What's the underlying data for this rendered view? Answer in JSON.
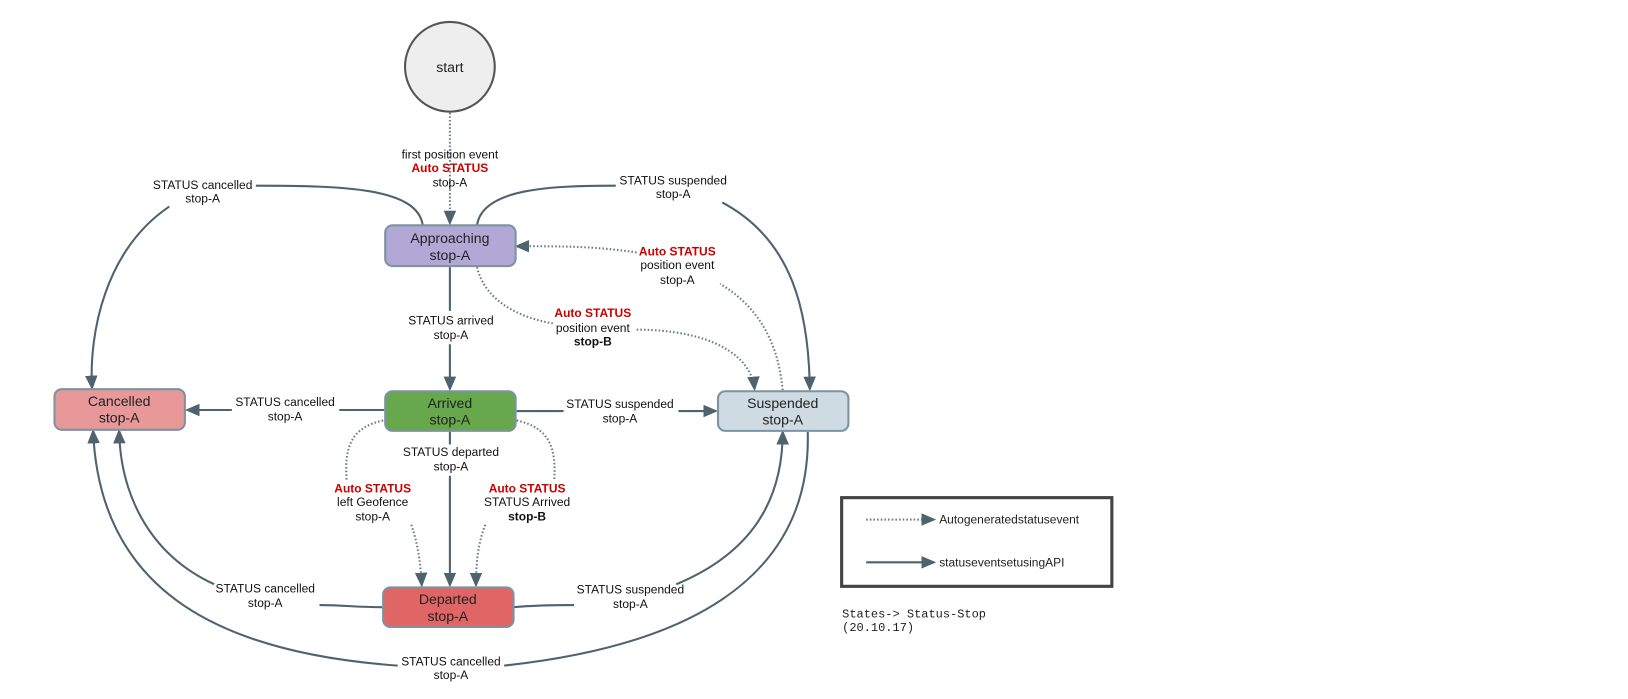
{
  "diagram": {
    "title": "States-> Status-Stop",
    "date": "(20.10.17)",
    "colors": {
      "edge": "#4f636e",
      "auto_label": "#cc0000",
      "start_fill": "#eeeeee",
      "approaching_fill": "#b3a7d6",
      "arrived_fill": "#67a84c",
      "cancelled_fill": "#e89898",
      "departed_fill": "#e06666",
      "suspended_fill": "#cfdbe2"
    },
    "nodes": {
      "start": {
        "label": "start"
      },
      "approaching": {
        "line1": "Approaching",
        "line2": "stop-A"
      },
      "arrived": {
        "line1": "Arrived",
        "line2": "stop-A"
      },
      "cancelled": {
        "line1": "Cancelled",
        "line2": "stop-A"
      },
      "departed": {
        "line1": "Departed",
        "line2": "stop-A"
      },
      "suspended": {
        "line1": "Suspended",
        "line2": "stop-A"
      }
    },
    "edges": {
      "start_to_approaching": {
        "line1": "first position event",
        "auto": "Auto STATUS",
        "line3": "stop-A"
      },
      "approaching_to_cancelled": {
        "line1": "STATUS cancelled",
        "line2": "stop-A"
      },
      "approaching_to_suspended": {
        "line1": "STATUS suspended",
        "line2": "stop-A"
      },
      "suspended_to_approaching": {
        "auto": "Auto STATUS",
        "line2": "position event",
        "line3": "stop-A"
      },
      "approaching_to_suspended_auto": {
        "auto": "Auto STATUS",
        "line2": "position event",
        "line3": "stop-B"
      },
      "approaching_to_arrived": {
        "line1": "STATUS arrived",
        "line2": "stop-A"
      },
      "arrived_to_cancelled": {
        "line1": "STATUS cancelled",
        "line2": "stop-A"
      },
      "arrived_to_suspended": {
        "line1": "STATUS suspended",
        "line2": "stop-A"
      },
      "arrived_to_departed": {
        "line1": "STATUS departed",
        "line2": "stop-A"
      },
      "arrived_to_departed_geofence": {
        "auto": "Auto STATUS",
        "line2": "left Geofence",
        "line3": "stop-A"
      },
      "arrived_to_departed_stopb": {
        "auto": "Auto STATUS",
        "line2": "STATUS Arrived",
        "line3": "stop-B"
      },
      "departed_to_cancelled": {
        "line1": "STATUS cancelled",
        "line2": "stop-A"
      },
      "departed_to_suspended": {
        "line1": "STATUS suspended",
        "line2": "stop-A"
      },
      "suspended_to_cancelled": {
        "line1": "STATUS cancelled",
        "line2": "stop-A"
      }
    },
    "legend": {
      "auto_label": "Autogeneratedstatusevent",
      "api_label": "statuseventsetusingAPI"
    }
  }
}
